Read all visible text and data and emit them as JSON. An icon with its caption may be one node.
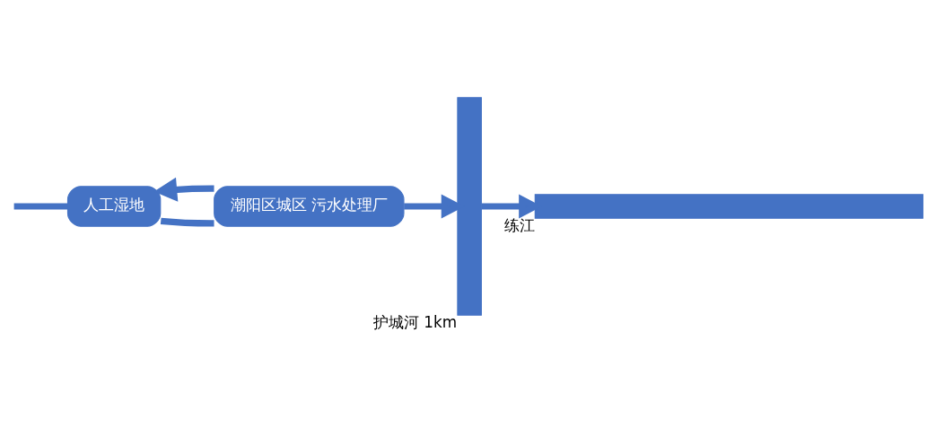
{
  "diagram": {
    "nodes": [
      {
        "text": [
          "人工湿地"
        ]
      },
      {
        "text": [
          "潮阳区城区 污水处理厂"
        ]
      },
      {
        "text": [],
        "shape": "bar",
        "beside": [
          "护城河 1km"
        ]
      },
      {
        "text": [],
        "shape": "bar",
        "beside": [
          "练江"
        ]
      }
    ],
    "edges": [
      {
        "from": null,
        "to": 0,
        "arrow": "none"
      },
      {
        "from": 0,
        "to": 1,
        "arrow": "none"
      },
      {
        "from": 1,
        "to": 2,
        "arrow": "to"
      },
      {
        "from": 1,
        "to": 0,
        "arrow": "to"
      },
      {
        "from": 2,
        "to": 3,
        "arrow": "to"
      }
    ]
  }
}
